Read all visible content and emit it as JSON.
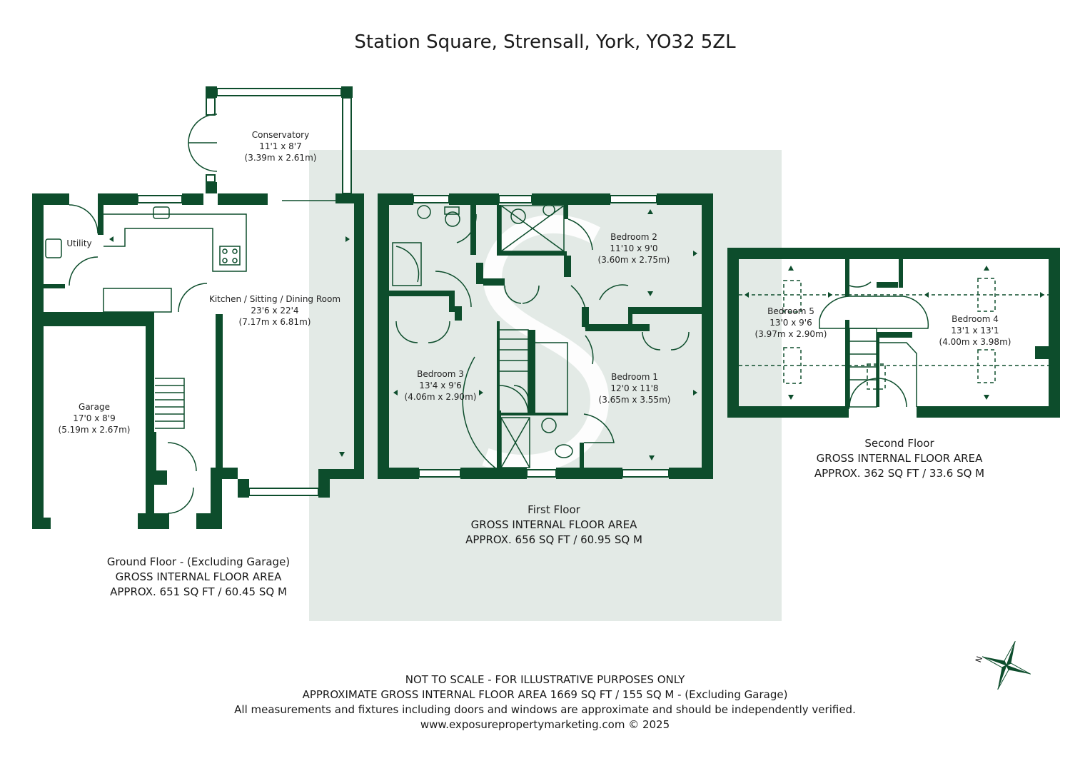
{
  "title": "Station Square, Strensall, York, YO32 5ZL",
  "colors": {
    "wall": "#0d4d2c",
    "watermark": "#e3eae6",
    "text": "#1a1a1a"
  },
  "rooms": {
    "conservatory": {
      "name": "Conservatory",
      "imperial": "11'1 x 8'7",
      "metric": "(3.39m x 2.61m)"
    },
    "utility": {
      "name": "Utility"
    },
    "kitchen": {
      "name": "Kitchen / Sitting / Dining Room",
      "imperial": "23'6 x 22'4",
      "metric": "(7.17m x 6.81m)"
    },
    "garage": {
      "name": "Garage",
      "imperial": "17'0 x 8'9",
      "metric": "(5.19m x 2.67m)"
    },
    "bedroom2": {
      "name": "Bedroom 2",
      "imperial": "11'10 x 9'0",
      "metric": "(3.60m x 2.75m)"
    },
    "bedroom3": {
      "name": "Bedroom 3",
      "imperial": "13'4 x 9'6",
      "metric": "(4.06m x 2.90m)"
    },
    "bedroom1": {
      "name": "Bedroom 1",
      "imperial": "12'0 x 11'8",
      "metric": "(3.65m x 3.55m)"
    },
    "bedroom5": {
      "name": "Bedroom 5",
      "imperial": "13'0 x 9'6",
      "metric": "(3.97m x 2.90m)"
    },
    "bedroom4": {
      "name": "Bedroom 4",
      "imperial": "13'1 x 13'1",
      "metric": "(4.00m x 3.98m)"
    }
  },
  "floors": {
    "ground": {
      "name": "Ground Floor - (Excluding Garage)",
      "gia": "GROSS INTERNAL FLOOR AREA",
      "area": "APPROX. 651 SQ FT / 60.45 SQ M"
    },
    "first": {
      "name": "First Floor",
      "gia": "GROSS INTERNAL FLOOR AREA",
      "area": "APPROX. 656 SQ FT / 60.95 SQ M"
    },
    "second": {
      "name": "Second Floor",
      "gia": "GROSS INTERNAL FLOOR AREA",
      "area": "APPROX. 362 SQ FT / 33.6 SQ M"
    }
  },
  "footer": {
    "line1": "NOT TO SCALE - FOR ILLUSTRATIVE PURPOSES ONLY",
    "line2": "APPROXIMATE GROSS INTERNAL FLOOR AREA 1669 SQ FT / 155 SQ M - (Excluding Garage)",
    "line3": "All measurements and fixtures including doors and windows are approximate and should be independently verified.",
    "line4": "www.exposurepropertymarketing.com © 2025"
  },
  "compass": {
    "north_label": "N"
  },
  "icons": {
    "compass": "compass-rose-icon",
    "watermark": "logo-watermark"
  }
}
